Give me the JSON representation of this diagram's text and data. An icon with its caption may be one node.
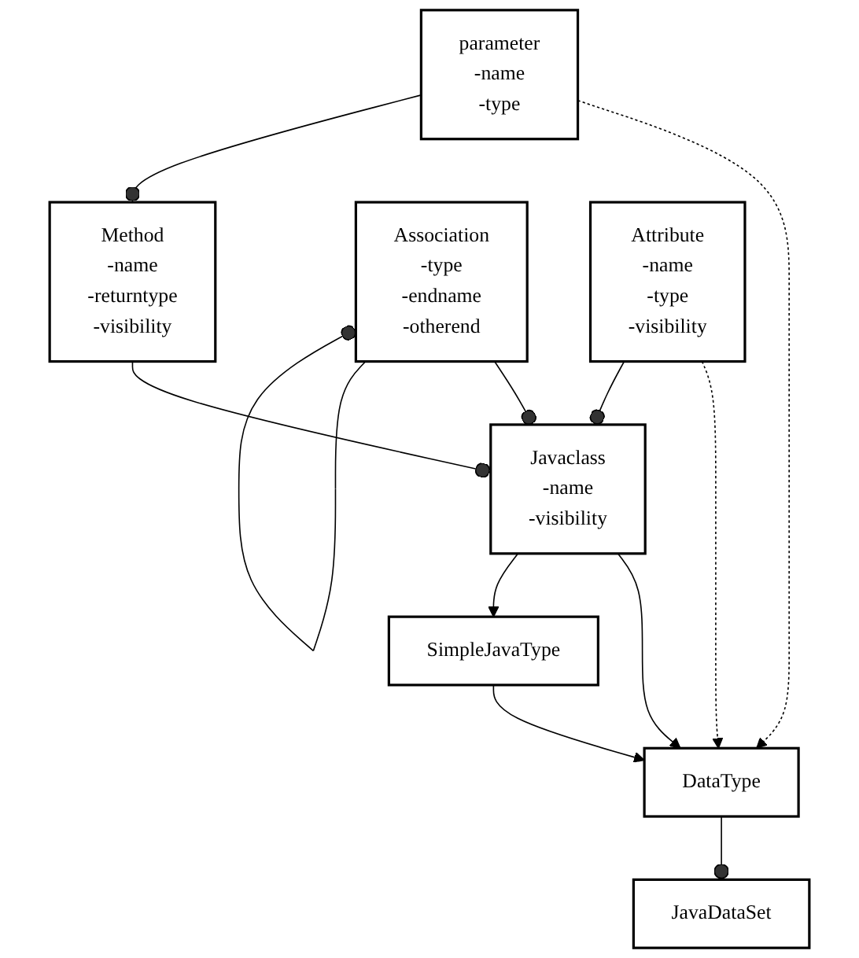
{
  "diagram": {
    "nodes": [
      {
        "text": [
          "parameter",
          "-name",
          "-type"
        ]
      },
      {
        "text": [
          "DataType"
        ]
      },
      {
        "text": [
          "JavaDataSet"
        ]
      },
      {
        "text": [
          "Javaclass",
          "-name",
          "-visibility"
        ]
      },
      {
        "text": [
          "SimpleJavaType"
        ]
      },
      {
        "text": [
          "Method",
          "-name",
          "-returntype",
          "-visibility"
        ]
      },
      {
        "text": [
          "Association",
          "-type",
          "-endname",
          "-otherend"
        ]
      },
      {
        "text": [
          "Attribute",
          "-name",
          "-type",
          "-visibility"
        ]
      }
    ],
    "edges": [
      {
        "from": 0,
        "to": 1,
        "arrow": "to",
        "style": "dashed"
      },
      {
        "from": 7,
        "to": 1,
        "arrow": "to",
        "style": "dashed"
      },
      {
        "from": 1,
        "to": 2,
        "arrow": "other"
      },
      {
        "from": 3,
        "to": 1,
        "arrow": "to"
      },
      {
        "from": 4,
        "to": 1,
        "arrow": "to"
      },
      {
        "from": 3,
        "to": 4,
        "arrow": "to"
      },
      {
        "from": 5,
        "to": 3,
        "arrow": "other"
      },
      {
        "from": 6,
        "to": 3,
        "arrow": "other"
      },
      {
        "from": 7,
        "to": 3,
        "arrow": "other"
      },
      {
        "from": 0,
        "to": 5,
        "arrow": "other"
      },
      {
        "from": 6,
        "to": 6,
        "arrow": "other"
      }
    ]
  }
}
